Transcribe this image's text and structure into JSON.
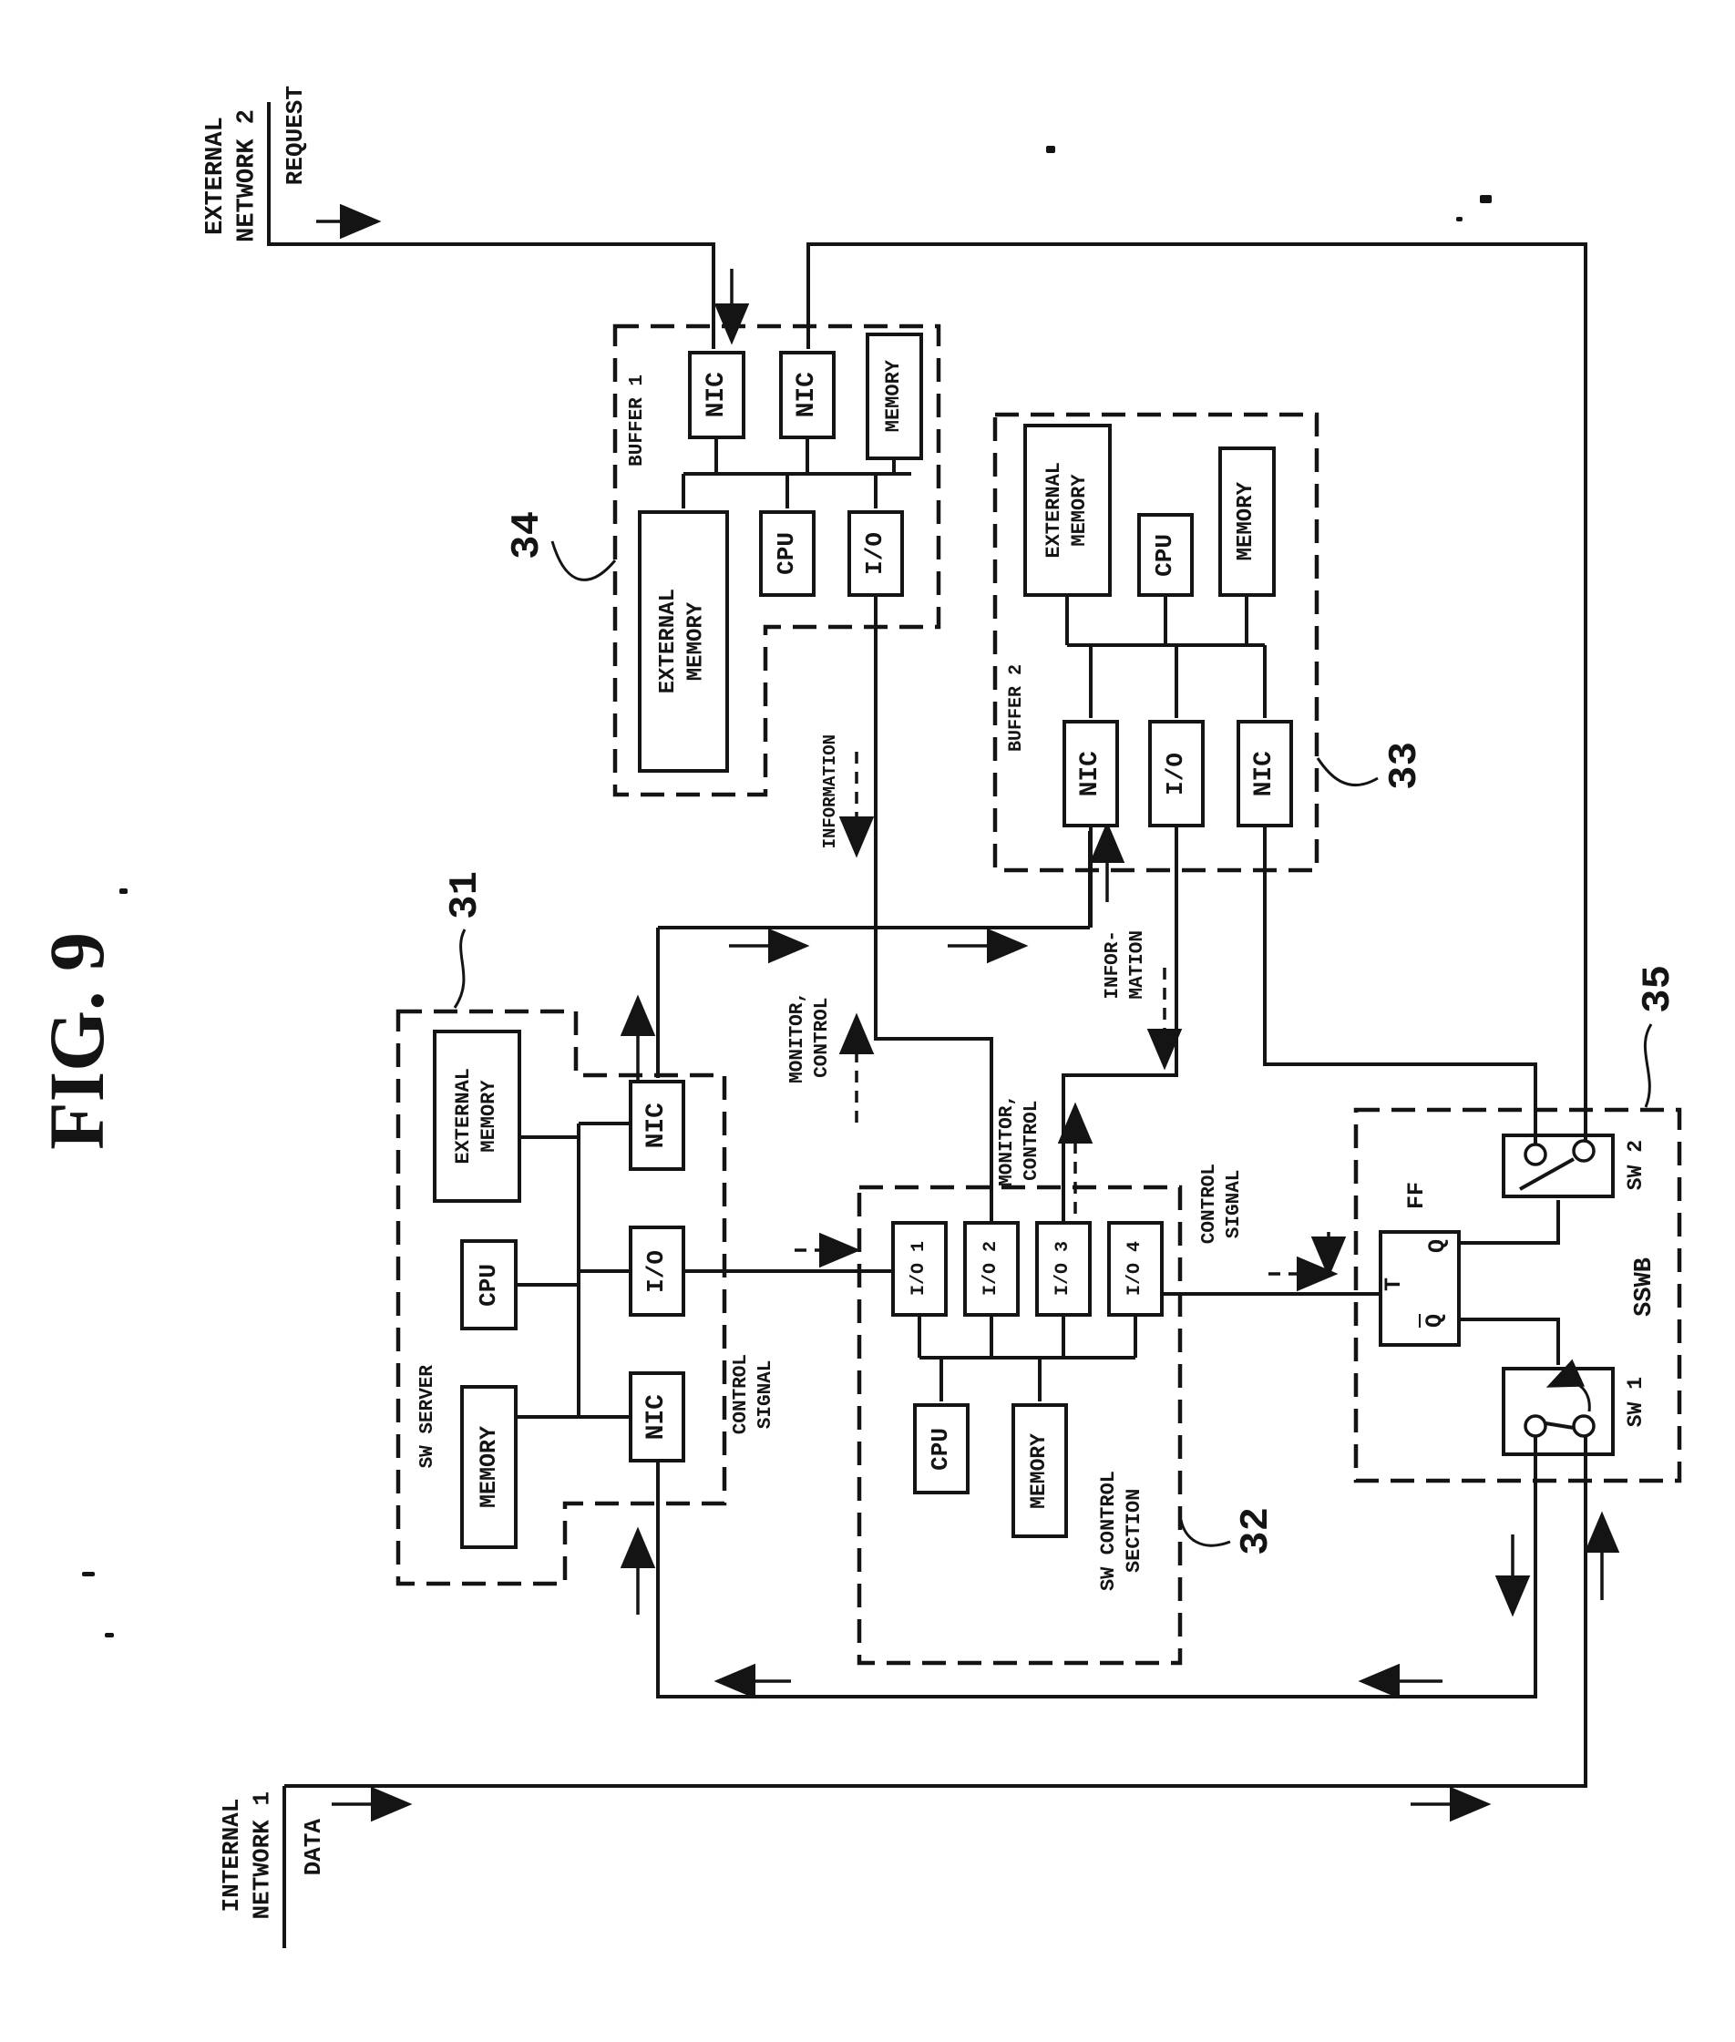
{
  "figure_label": "FIG. 9",
  "colors": {
    "ink": "#141414",
    "paper": "#ffffff"
  },
  "external_network": {
    "name": "EXTERNAL\nNETWORK 2",
    "signal": "REQUEST"
  },
  "internal_network": {
    "name": "INTERNAL\nNETWORK 1",
    "signal": "DATA"
  },
  "buffer1": {
    "title": "BUFFER 1",
    "ref": "34",
    "nic_a": "NIC",
    "nic_b": "NIC",
    "memory": "MEMORY",
    "external_memory": "EXTERNAL\nMEMORY",
    "cpu": "CPU",
    "io": "I/O"
  },
  "buffer2": {
    "title": "BUFFER 2",
    "ref": "33",
    "external_memory": "EXTERNAL\nMEMORY",
    "cpu": "CPU",
    "memory": "MEMORY",
    "nic_a": "NIC",
    "io": "I/O",
    "nic_b": "NIC"
  },
  "sw_server": {
    "title": "SW SERVER",
    "ref": "31",
    "external_memory": "EXTERNAL\nMEMORY",
    "cpu": "CPU",
    "memory": "MEMORY",
    "nic_a": "NIC",
    "io": "I/O",
    "nic_b": "NIC"
  },
  "sw_control": {
    "title": "SW CONTROL\nSECTION",
    "ref": "32",
    "io1": "I/O 1",
    "io2": "I/O 2",
    "io3": "I/O 3",
    "io4": "I/O 4",
    "cpu": "CPU",
    "memory": "MEMORY"
  },
  "sswb": {
    "title": "SSWB",
    "ref": "35",
    "sw1": "SW 1",
    "sw2": "SW 2",
    "ff": "FF",
    "t": "T",
    "q": "Q",
    "qbar": "Q"
  },
  "flows": {
    "information_1": "INFORMATION",
    "monitor_control_1": "MONITOR,\nCONTROL",
    "monitor_control_2": "MONITOR,\nCONTROL",
    "information_2": "INFOR-\nMATION",
    "control_signal_1": "CONTROL\nSIGNAL",
    "control_signal_2": "CONTROL\nSIGNAL"
  }
}
